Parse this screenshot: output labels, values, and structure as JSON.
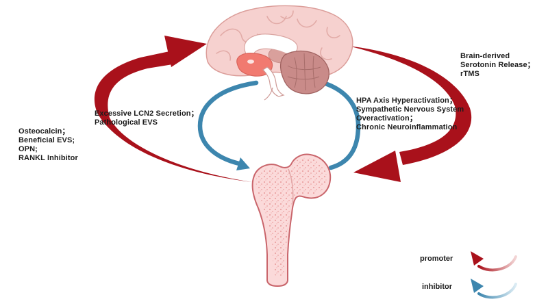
{
  "figure": {
    "type": "brain-bone crosstalk cycle diagram",
    "background": "#ffffff"
  },
  "colors": {
    "promoter": "#a9111b",
    "inhibitor": "#3d86ae",
    "text": "#1c1c1c",
    "brain_cortex": "#f6d1cf",
    "brain_cerebellum": "#c98b89",
    "brain_pons": "#f17a70",
    "bone_fill": "#fbdada",
    "bone_outline": "#c9656b"
  },
  "labels": {
    "osteocalcin": {
      "lines": [
        "Osteocalcin；",
        "Beneficial EVS;",
        "OPN;",
        "RANKL Inhibitor"
      ]
    },
    "lcn2": {
      "lines": [
        "Excessive LCN2 Secretion；",
        "Pathological EVS"
      ]
    },
    "hpa": {
      "lines": [
        "HPA Axis Hyperactivation；",
        "Sympathetic Nervous System",
        "Overactivation；",
        "Chronic Neuroinflammation"
      ]
    },
    "serotonin": {
      "lines": [
        "Brain-derived",
        "Serotonin Release；",
        "rTMS"
      ]
    }
  },
  "legend": {
    "promoter_label": "promoter",
    "inhibitor_label": "inhibitor"
  }
}
